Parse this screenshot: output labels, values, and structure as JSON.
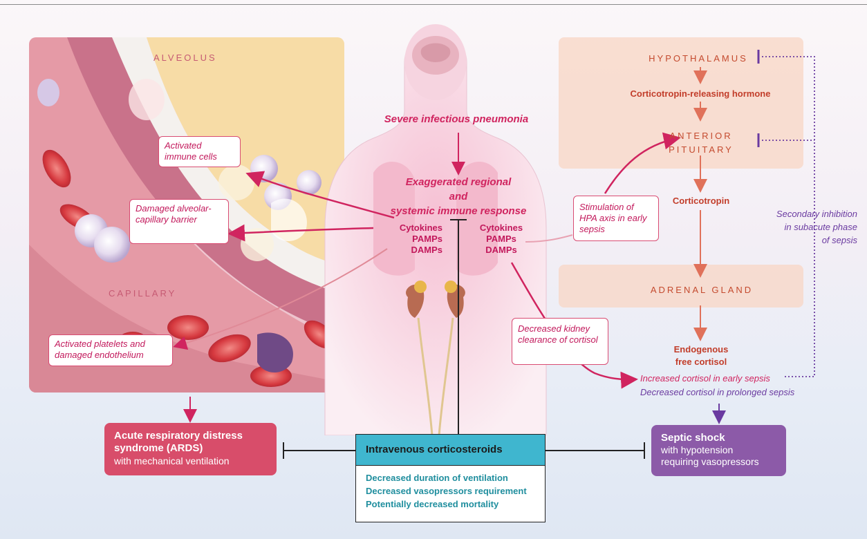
{
  "left_panel": {
    "alveolus_label": "ALVEOLUS",
    "capillary_label": "CAPILLARY",
    "boxes": {
      "activated_immune_cells": "Activated immune cells",
      "damaged_barrier": "Damaged alveolar-capillary barrier",
      "activated_platelets": "Activated platelets and damaged endothelium"
    }
  },
  "center": {
    "pneumonia": "Severe infectious pneumonia",
    "response_line1": "Exaggerated regional",
    "response_line2": "and",
    "response_line3": "systemic immune response",
    "left_mediators": [
      "Cytokines",
      "PAMPs",
      "DAMPs"
    ],
    "right_mediators": [
      "Cytokines",
      "PAMPs",
      "DAMPs"
    ],
    "stimulation_box": "Stimulation of HPA axis in early sepsis",
    "kidney_box": "Decreased kidney clearance of cortisol"
  },
  "hpa_axis": {
    "hypothalamus": "HYPOTHALAMUS",
    "crh": "Corticotropin-releasing hormone",
    "anterior": "ANTERIOR",
    "pituitary": "PITUITARY",
    "corticotropin": "Corticotropin",
    "adrenal": "ADRENAL GLAND",
    "cortisol_line1": "Endogenous",
    "cortisol_line2": "free cortisol",
    "increased": "Increased cortisol in early sepsis",
    "decreased": "Decreased cortisol in prolonged sepsis",
    "secondary_inhibition": [
      "Secondary inhibition",
      "in subacute phase",
      "of sepsis"
    ]
  },
  "outcomes": {
    "ards_title": "Acute respiratory distress syndrome (ARDS)",
    "ards_sub": "with mechanical ventilation",
    "shock_title": "Septic shock",
    "shock_sub1": "with hypotension",
    "shock_sub2": "requiring vasopressors"
  },
  "treatment": {
    "title": "Intravenous corticosteroids",
    "effects": [
      "Decreased duration of ventilation",
      "Decreased vasopressors requirement",
      "Potentially decreased mortality"
    ]
  },
  "colors": {
    "red": "#d0245f",
    "ards_box": "#d84d6a",
    "shock_box": "#8c5aa8",
    "teal": "#3fb6cf",
    "purple": "#6a3aa0"
  }
}
